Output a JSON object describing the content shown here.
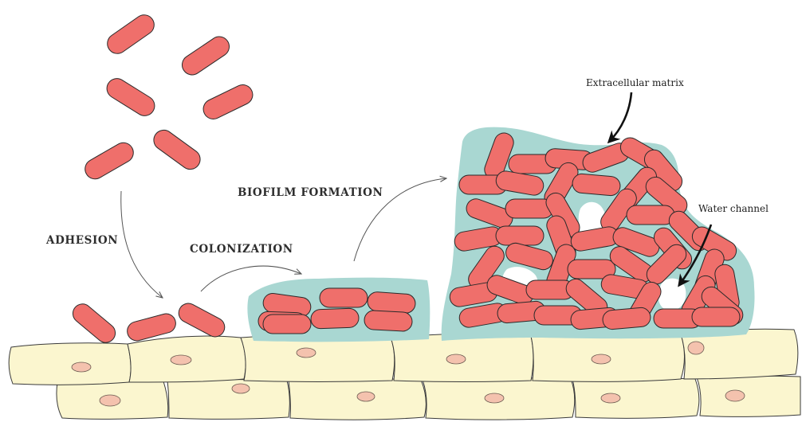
{
  "labels": {
    "adhesion": "ADHESION",
    "colonization": "COLONIZATION",
    "biofilm_formation": "BIOFILM FORMATION",
    "extracellular_matrix": "Extracellular matrix",
    "water_channel": "Water channel"
  },
  "colors": {
    "bacterium_fill": "#ef6f6b",
    "bacterium_stroke": "#2a2a2a",
    "matrix_fill": "#a9d7d2",
    "host_cell_fill": "#fbf6cf",
    "host_cell_stroke": "#3a3a3a",
    "nucleus_fill": "#f4c2ae",
    "water_channel_fill": "#ffffff"
  },
  "stages": [
    "free-floating bacteria",
    "adhesion",
    "colonization",
    "biofilm formation"
  ]
}
